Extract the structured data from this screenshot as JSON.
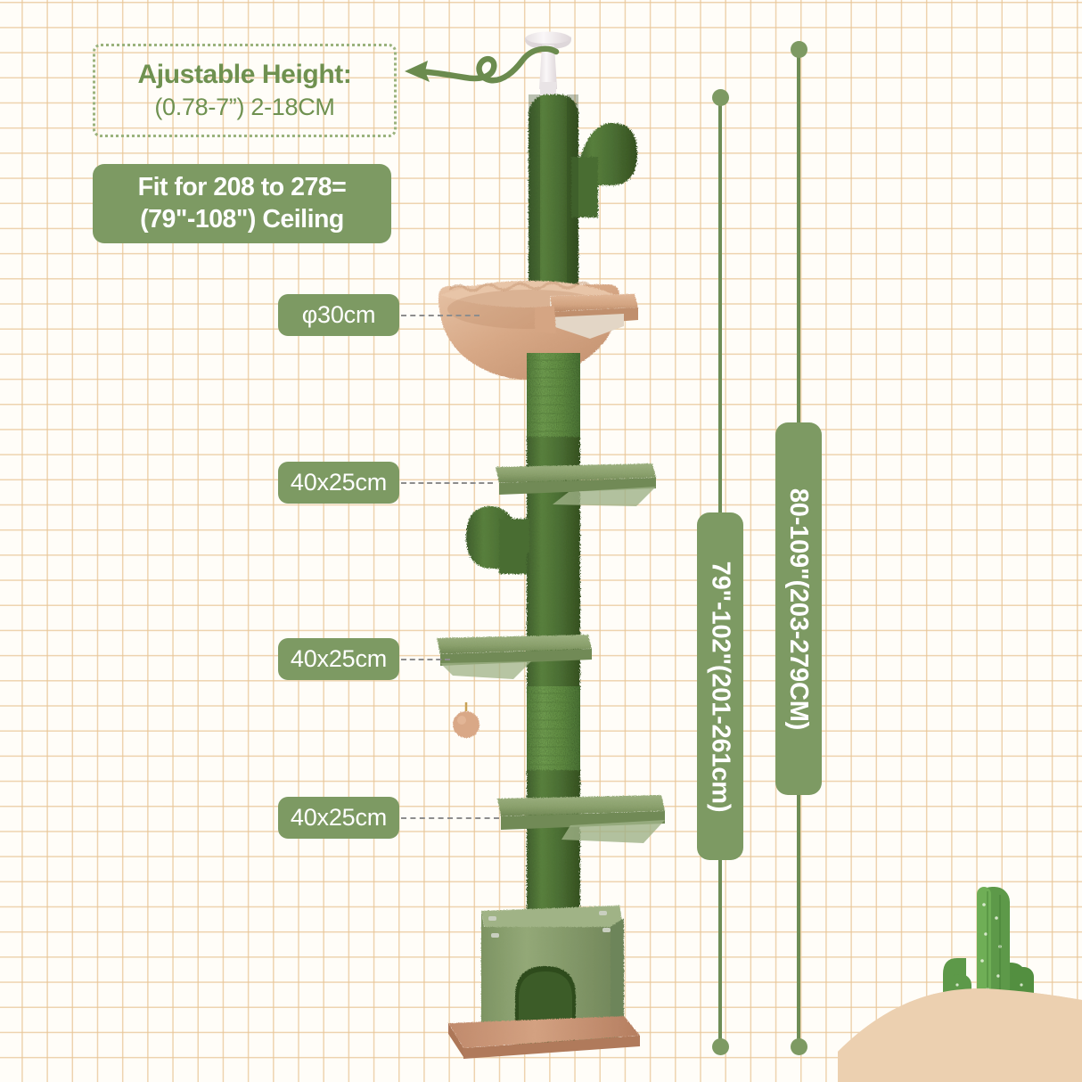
{
  "page": {
    "background_color": "#fffdf8",
    "grid_color": "#e8c596",
    "accent_green": "#7d9a63",
    "text_green": "#6f9150"
  },
  "callouts": {
    "adjustable": {
      "title": "Ajustable Height:",
      "value": "(0.78-7”) 2-18CM"
    },
    "ceiling_fit": {
      "line1": "Fit for 208 to 278=",
      "line2": "(79\"-108\") Ceiling"
    }
  },
  "dimension_tags": [
    {
      "name": "bed-diameter",
      "label": "φ30cm"
    },
    {
      "name": "platform-top",
      "label": "40x25cm"
    },
    {
      "name": "platform-mid",
      "label": "40x25cm"
    },
    {
      "name": "platform-bottom",
      "label": "40x25cm"
    }
  ],
  "measures": [
    {
      "name": "tree-height-range",
      "label": "79\"-102\"(201-261cm)"
    },
    {
      "name": "ceiling-height-range",
      "label": "80-109\"(203-279CM)"
    }
  ],
  "product": {
    "name": "cactus-floor-to-ceiling-cat-tree",
    "post_color": "#4e7038",
    "sisal_color": "#6f9a4e",
    "platform_color": "#8aa06c",
    "bed_color": "#d9ac8c",
    "base_color": "#8fa673",
    "board_color": "#c79a7c",
    "cap_color": "#f3eff0"
  },
  "decor": {
    "dune_color": "#ecd0b0",
    "cactus_color": "#4e8a3c"
  }
}
